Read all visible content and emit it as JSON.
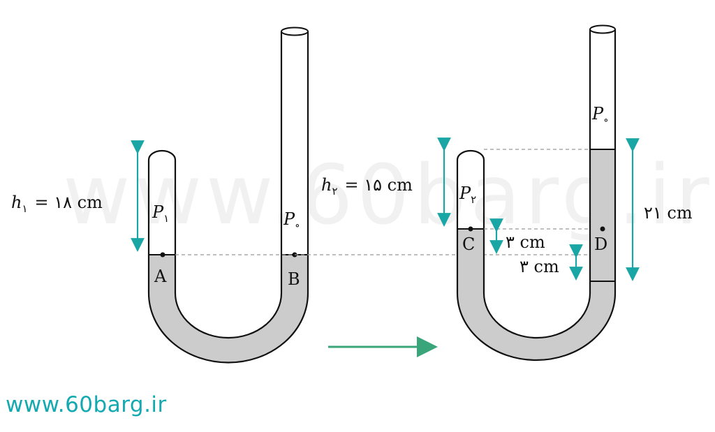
{
  "watermark": "www.60barg.ir",
  "site_url": "www.60barg.ir",
  "colors": {
    "fluid": "#cccccc",
    "tube": "#111111",
    "dimension": "#1ba6a6",
    "arrow": "#3aa57a",
    "site_text": "#14a9b1",
    "dashed": "#999999"
  },
  "left": {
    "h_symbol": "h",
    "h_sub": "۱",
    "h_value": "= ۱۸ cm",
    "p1_symbol": "P",
    "p1_sub": "۱",
    "p0_symbol": "P",
    "p0_sub": "∘",
    "point_a": "A",
    "point_b": "B"
  },
  "right": {
    "h_symbol": "h",
    "h_sub": "۲",
    "h_value": "= ۱۵ cm",
    "p2_symbol": "P",
    "p2_sub": "۲",
    "p0_symbol": "P",
    "p0_sub": "∘",
    "point_c": "C",
    "point_d": "D",
    "dim_c": "۳ cm",
    "dim_d": "۳ cm",
    "dim_total": "۲۱ cm"
  }
}
